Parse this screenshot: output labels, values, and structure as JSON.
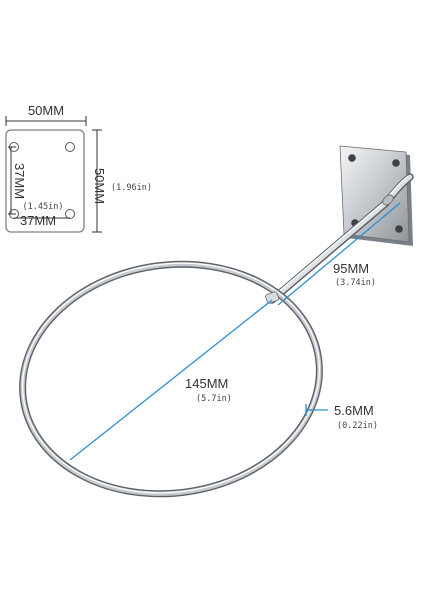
{
  "plate_diagram": {
    "width_label": "50MM",
    "height_label": "50MM",
    "height_inch": "(1.96in)",
    "hole_vertical_label": "37MM",
    "hole_horizontal_label": "37MM",
    "hole_inch": "(1.45in)"
  },
  "arm": {
    "length_label": "95MM",
    "length_inch": "(3.74in)"
  },
  "ring": {
    "diameter_label": "145MM",
    "diameter_inch": "(5.7in)",
    "wire_label": "5.6MM",
    "wire_inch": "(0.22in)"
  },
  "colors": {
    "dimension_line": "#2a8fd0",
    "metal_dark": "#5d6268",
    "metal_mid": "#a8adb2",
    "metal_light": "#eef0f2"
  }
}
